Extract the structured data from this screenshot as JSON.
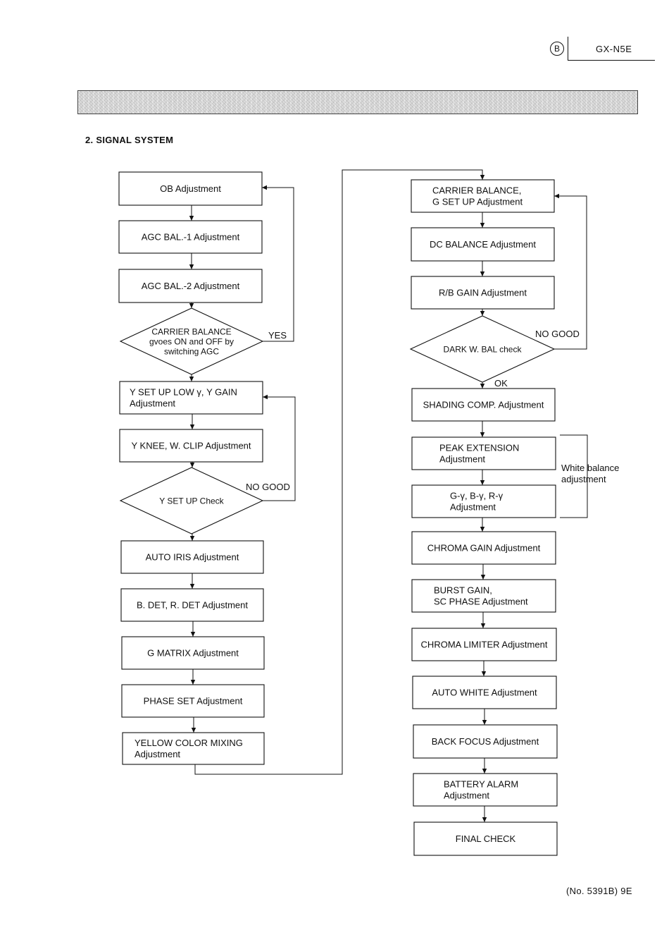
{
  "header": {
    "badge": "B",
    "model": "GX-N5E"
  },
  "section_title": "2.  SIGNAL SYSTEM",
  "footer": "(No. 5391B) 9E",
  "flowchart": {
    "left_column": {
      "ob": [
        "OB Adjustment"
      ],
      "agc1": [
        "AGC BAL.-1 Adjustment"
      ],
      "agc2": [
        "AGC BAL.-2 Adjustment"
      ],
      "carrier_check": [
        "CARRIER BALANCE",
        "gvoes ON and OFF by",
        "switching AGC"
      ],
      "carrier_check_yes": "YES",
      "ysetup_low": [
        "Y SET UP LOW γ, Y GAIN",
        "Adjustment"
      ],
      "yknee": [
        "Y KNEE, W. CLIP Adjustment"
      ],
      "ysetup_check": [
        "Y SET UP Check"
      ],
      "ysetup_check_nogood": "NO GOOD",
      "auto_iris": [
        "AUTO IRIS Adjustment"
      ],
      "bdet": [
        "B. DET, R. DET Adjustment"
      ],
      "gmatrix": [
        "G MATRIX Adjustment"
      ],
      "phase": [
        "PHASE SET Adjustment"
      ],
      "yellow": [
        "YELLOW COLOR MIXING",
        "Adjustment"
      ]
    },
    "right_column": {
      "carrier_bal": [
        "CARRIER BALANCE,",
        "G SET UP Adjustment"
      ],
      "dc_bal": [
        "DC BALANCE Adjustment"
      ],
      "rb_gain": [
        "R/B GAIN Adjustment"
      ],
      "dark_check": [
        "DARK W. BAL check"
      ],
      "dark_check_nogood": "NO GOOD",
      "dark_check_ok": "OK",
      "shading": [
        "SHADING COMP. Adjustment"
      ],
      "peak": [
        "PEAK EXTENSION",
        "Adjustment"
      ],
      "gamma": [
        "G-γ, B-γ, R-γ",
        "Adjustment"
      ],
      "white_balance_group": [
        "White balance",
        "adjustment"
      ],
      "chroma_gain": [
        "CHROMA GAIN Adjustment"
      ],
      "burst": [
        "BURST GAIN,",
        "SC PHASE Adjustment"
      ],
      "chroma_lim": [
        "CHROMA LIMITER Adjustment"
      ],
      "auto_white": [
        "AUTO WHITE Adjustment"
      ],
      "back_focus": [
        "BACK FOCUS Adjustment"
      ],
      "battery": [
        "BATTERY ALARM",
        "Adjustment"
      ],
      "final": [
        "FINAL CHECK"
      ]
    }
  }
}
